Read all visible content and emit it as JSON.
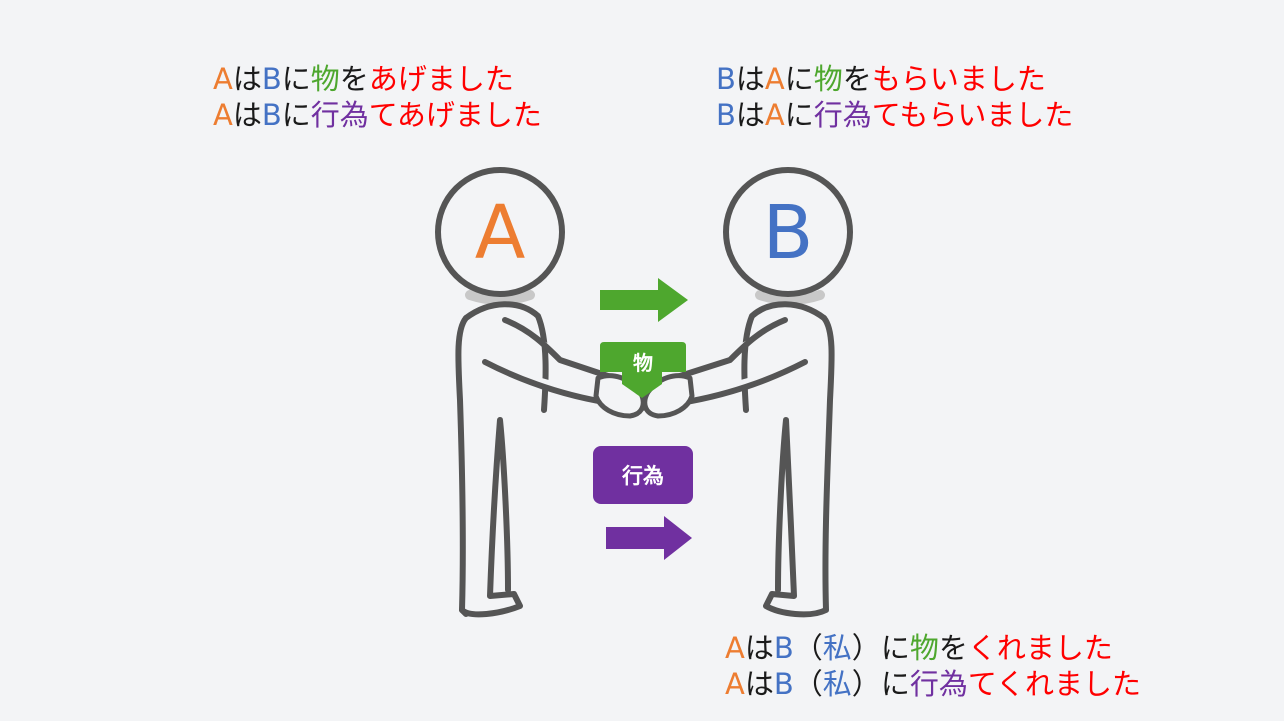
{
  "colors": {
    "background": "#f3f4f6",
    "person_a": "#ed7d31",
    "person_b": "#4472c4",
    "thing": "#4ea72e",
    "action": "#7030a0",
    "verb": "#ff0000",
    "text": "#1a1a1a",
    "figure_stroke": "#555555"
  },
  "captions": {
    "top_left": [
      [
        {
          "text": "A",
          "color": "orange"
        },
        {
          "text": "は",
          "color": "black"
        },
        {
          "text": "B",
          "color": "blue"
        },
        {
          "text": "に",
          "color": "black"
        },
        {
          "text": "物",
          "color": "green"
        },
        {
          "text": "を",
          "color": "black"
        },
        {
          "text": "あげました",
          "color": "red"
        }
      ],
      [
        {
          "text": "A",
          "color": "orange"
        },
        {
          "text": "は",
          "color": "black"
        },
        {
          "text": "B",
          "color": "blue"
        },
        {
          "text": "に",
          "color": "black"
        },
        {
          "text": "行為",
          "color": "purple"
        },
        {
          "text": "てあげました",
          "color": "red"
        }
      ]
    ],
    "top_right": [
      [
        {
          "text": "B",
          "color": "blue"
        },
        {
          "text": "は",
          "color": "black"
        },
        {
          "text": "A",
          "color": "orange"
        },
        {
          "text": "に",
          "color": "black"
        },
        {
          "text": "物",
          "color": "green"
        },
        {
          "text": "を",
          "color": "black"
        },
        {
          "text": "もらいました",
          "color": "red"
        }
      ],
      [
        {
          "text": "B",
          "color": "blue"
        },
        {
          "text": "は",
          "color": "black"
        },
        {
          "text": "A",
          "color": "orange"
        },
        {
          "text": "に",
          "color": "black"
        },
        {
          "text": "行為",
          "color": "purple"
        },
        {
          "text": "てもらいました",
          "color": "red"
        }
      ]
    ],
    "bottom_right": [
      [
        {
          "text": "A",
          "color": "orange"
        },
        {
          "text": "は",
          "color": "black"
        },
        {
          "text": "B",
          "color": "blue"
        },
        {
          "text": "（",
          "color": "black"
        },
        {
          "text": "私",
          "color": "blue"
        },
        {
          "text": "）",
          "color": "black"
        },
        {
          "text": "に",
          "color": "black"
        },
        {
          "text": "物",
          "color": "green"
        },
        {
          "text": "を",
          "color": "black"
        },
        {
          "text": "くれました",
          "color": "red"
        }
      ],
      [
        {
          "text": "A",
          "color": "orange"
        },
        {
          "text": "は",
          "color": "black"
        },
        {
          "text": "B",
          "color": "blue"
        },
        {
          "text": "（",
          "color": "black"
        },
        {
          "text": "私",
          "color": "blue"
        },
        {
          "text": "）",
          "color": "black"
        },
        {
          "text": "に",
          "color": "black"
        },
        {
          "text": "行為",
          "color": "purple"
        },
        {
          "text": "てくれました",
          "color": "red"
        }
      ]
    ]
  },
  "figure": {
    "person_a_label": "A",
    "person_b_label": "B",
    "thing_label": "物",
    "action_label": "行為",
    "arrow_icon": "right-arrow-icon"
  }
}
